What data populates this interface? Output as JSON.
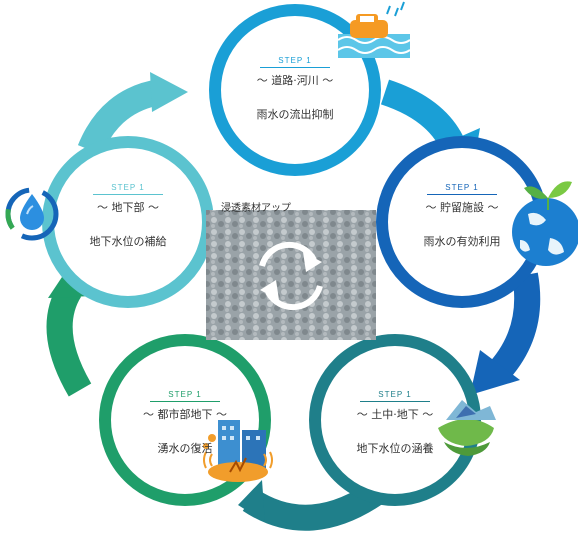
{
  "center": {
    "title": "浸透素材アップ"
  },
  "steps": [
    {
      "step": "STEP 1",
      "place": "～ 道路·河川 ～",
      "effect": "雨水の流出抑制",
      "icon": "car-flood-icon",
      "color": "#1a9fd6"
    },
    {
      "step": "STEP 1",
      "place": "～ 貯留施設 ～",
      "effect": "雨水の有効利用",
      "icon": "earth-sprout-icon",
      "color": "#1565b8"
    },
    {
      "step": "STEP 1",
      "place": "～ 土中·地下 ～",
      "effect": "地下水位の涵養",
      "icon": "soil-layers-icon",
      "color": "#1f8a93"
    },
    {
      "step": "STEP 1",
      "place": "～ 都市部地下 ～",
      "effect": "湧水の復活",
      "icon": "city-quake-icon",
      "color": "#1f9e6a"
    },
    {
      "step": "STEP 1",
      "place": "～ 地下部 ～",
      "effect": "地下水位の補給",
      "icon": "water-cycle-icon",
      "color": "#5bc3cf"
    }
  ]
}
